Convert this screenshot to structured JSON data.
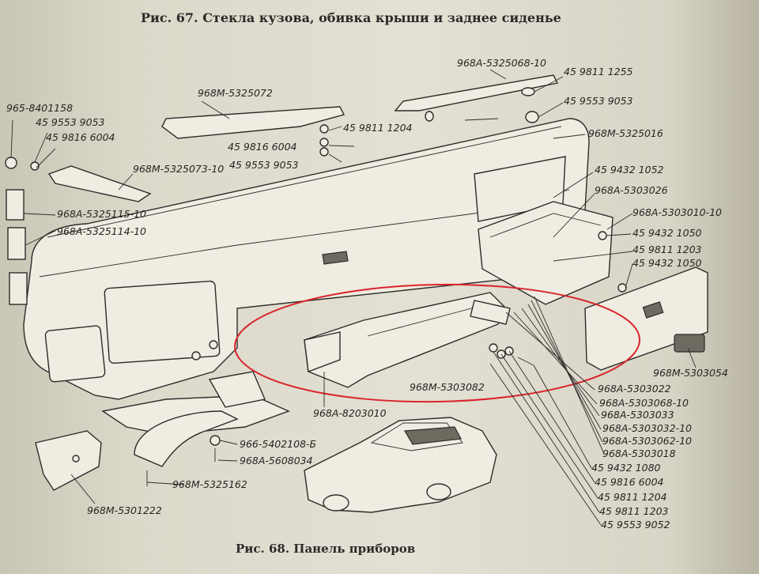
{
  "captions": {
    "top": "Рис. 67. Стекла кузова, обивка крыши и заднее сиденье",
    "bottom": "Рис. 68. Панель приборов"
  },
  "highlight_color": "#d9252b",
  "labels": {
    "p01": "965-8401158",
    "p02": "45 9553 9053",
    "p03": "45 9816 6004",
    "p04": "968M-5325072",
    "p05": "45 9811 1204",
    "p06": "45 9816 6004",
    "p07": "45 9553 9053",
    "p08": "968M-5325073-10",
    "p09": "968A-5325115-10",
    "p10": "968A-5325114-10",
    "p11": "968A-5325068-10",
    "p12": "45 9811 1255",
    "p13": "45 9553 9053",
    "p14": "968M-5325016",
    "p15": "45 9432 1052",
    "p16": "968A-5303026",
    "p17": "968A-5303010-10",
    "p18": "45 9432 1050",
    "p19": "45 9811 1203",
    "p20": "45 9432 1050",
    "p21": "968M-5303054",
    "p22": "968M-5303082",
    "p23": "968A-8203010",
    "p24": "968A-5303022",
    "p25": "968A-5303068-10",
    "p26": "968A-5303033",
    "p27": "968A-5303032-10",
    "p28": "968A-5303062-10",
    "p29": "968A-5303018",
    "p30": "45 9432 1080",
    "p31": "45 9816 6004",
    "p32": "45 9811 1204",
    "p33": "45 9811 1203",
    "p34": "45 9553 9052",
    "p35": "966-5402108-Б",
    "p36": "968A-5608034",
    "p37": "968M-5325162",
    "p38": "968M-5301222"
  }
}
